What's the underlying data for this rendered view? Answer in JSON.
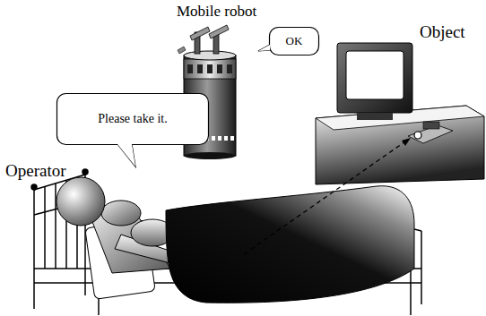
{
  "diagram": {
    "nodes": [
      {
        "text": [
          "Please take it."
        ]
      },
      {
        "text": [
          "OK"
        ]
      }
    ],
    "labels": [
      "Mobile robot",
      "Object",
      "Operator"
    ]
  }
}
